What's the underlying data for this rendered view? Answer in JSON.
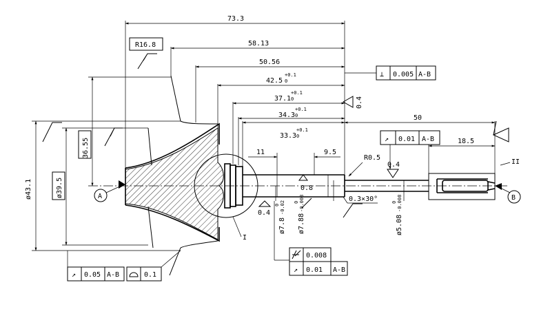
{
  "dimensions": {
    "d73_3": "73.3",
    "d58_13": "58.13",
    "d50_56": "50.56",
    "d42_5": "42.5",
    "d37_1": "37.1",
    "d34_3": "34.3",
    "d33_3": "33.3",
    "d50": "50",
    "d18_5": "18.5",
    "d11": "11",
    "d9_5": "9.5",
    "d36_55": "36.55",
    "dia43_1": "ø43.1",
    "dia39_5": "ø39.5",
    "dia7_8": "ø7.8",
    "dia7_88": "ø7.88",
    "dia5_08": "ø5.08",
    "r16_8": "R16.8",
    "r0_5": "R0.5",
    "chamfer": "0.3×30°",
    "rough_0_4": "0.4",
    "rough_0_8": "0.8",
    "detail_I": "I",
    "detail_II": "II"
  },
  "tolerances": {
    "plus_0_1": "+0.1",
    "zero": "0",
    "minus_0_02": "-0.02",
    "minus_0_008": "-0.008"
  },
  "datums": {
    "a": "A",
    "b": "B"
  },
  "frames": {
    "perp": {
      "symbol": "⊥",
      "value": "0.005",
      "datum": "A-B"
    },
    "runout_top": {
      "symbol": "↗",
      "value": "0.01",
      "datum": "A-B"
    },
    "runout_bottom": {
      "symbol": "↗",
      "value": "0.05",
      "datum": "A-B"
    },
    "profile": {
      "symbol": "⌓",
      "value": "0.1"
    },
    "cyl": {
      "symbol": "⌭",
      "value": "0.008"
    },
    "runout_mid": {
      "symbol": "↗",
      "value": "0.01",
      "datum": "A-B"
    }
  }
}
